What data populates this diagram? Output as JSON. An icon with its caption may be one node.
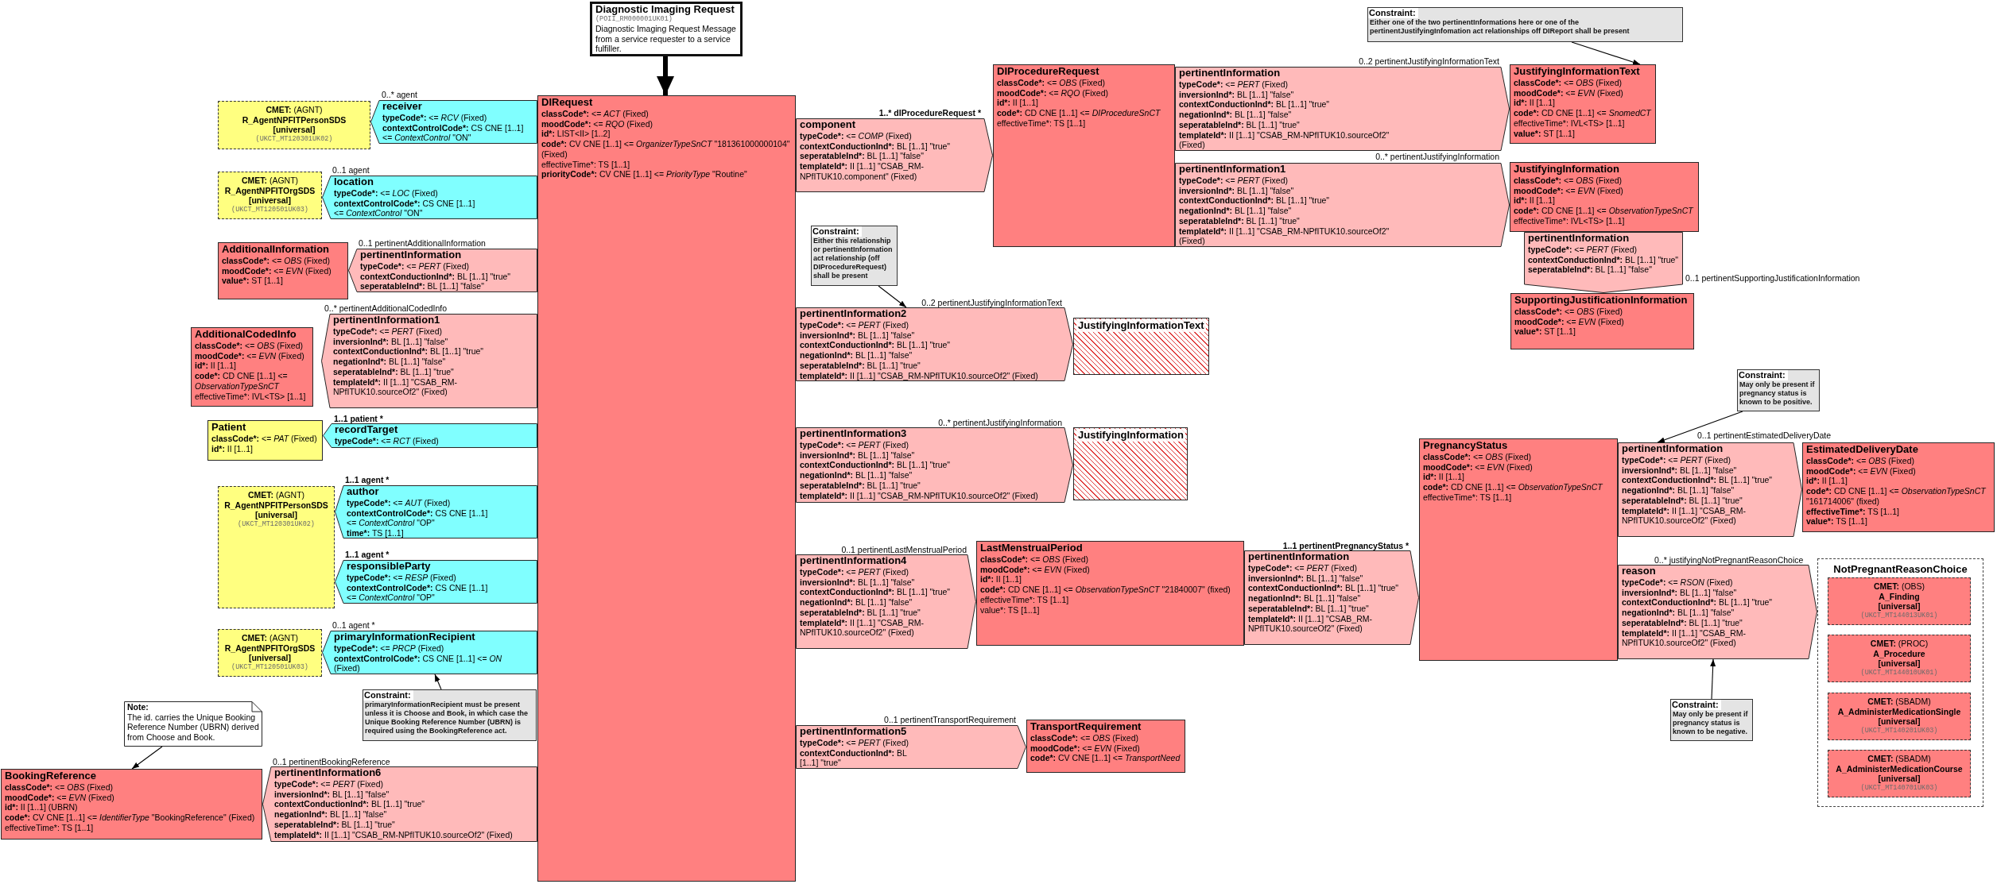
{
  "diagram": {
    "nodes": [
      {
        "text": [
          "Diagnostic Imaging Request",
          "(POII_RM000001UK01)",
          "Diagnostic Imaging Request Message from a service requester to a service fulfiller."
        ]
      },
      {
        "text": [
          "DIRequest",
          "**classCode*:** <= *ACT* (Fixed)",
          "**moodCode*:** <= *RQO* (Fixed)",
          "**id*:** LIST<II> [1..2]",
          "**code*:** CV CNE [1..1] <= *OrganizerTypeSnCT* \"181361000000104\" (Fixed)",
          "effectiveTime*: TS [1..1]",
          "**priorityCode*:** CV CNE [1..1] <= *PriorityType* \"Routine\""
        ]
      },
      {
        "text": [
          "**CMET:** (AGNT)",
          "R_AgentNPFITPersonSDS",
          "[universal]",
          "(UKCT_MT120301UK02)"
        ]
      },
      {
        "text": [
          "receiver",
          "**typeCode*:** <= *RCV* (Fixed)",
          "**contextControlCode*:** CS CNE [1..1] <= *ContextControl* \"ON\""
        ],
        "beside": [
          "0..* agent"
        ]
      },
      {
        "text": [
          "**CMET:** (AGNT)",
          "R_AgentNPFITOrgSDS",
          "[universal]",
          "(UKCT_MT120501UK03)"
        ]
      },
      {
        "text": [
          "location",
          "**typeCode*:** <= *LOC* (Fixed)",
          "**contextControlCode*:** CS CNE [1..1] <= *ContextControl* \"ON\""
        ],
        "beside": [
          "0..1 agent"
        ]
      },
      {
        "text": [
          "AdditionalInformation",
          "**classCode*:** <= *OBS* (Fixed)",
          "**moodCode*:** <= *EVN* (Fixed)",
          "**value*:** ST [1..1]"
        ]
      },
      {
        "text": [
          "pertinentInformation",
          "**typeCode*:** <= *PERT* (Fixed)",
          "**contextConductionInd*:** BL [1..1] \"true\"",
          "**seperatableInd*:** BL [1..1] \"false\""
        ],
        "beside": [
          "0..1 pertinentAdditionalInformation"
        ]
      },
      {
        "text": [
          "AdditionalCodedInfo",
          "**classCode*:** <= *OBS* (Fixed)",
          "**moodCode*:** <= *EVN* (Fixed)",
          "**id*:** II [1..1]",
          "**code*:** CD CNE [1..1] <= *ObservationTypeSnCT*",
          "effectiveTime*: IVL<TS> [1..1]"
        ]
      },
      {
        "text": [
          "pertinentInformation1",
          "**typeCode*:** <= *PERT* (Fixed)",
          "**inversionInd*:** BL [1..1] \"false\"",
          "**contextConductionInd*:** BL [1..1] \"true\"",
          "**negationInd*:** BL [1..1] \"false\"",
          "**seperatableInd*:** BL [1..1] \"true\"",
          "**templateId*:** II [1..1] \"CSAB_RM-NPfITUK10.sourceOf2\" (Fixed)"
        ],
        "beside": [
          "0..* pertinentAdditionalCodedInfo"
        ]
      },
      {
        "text": [
          "Patient",
          "**classCode*:** <= *PAT* (Fixed)",
          "**id*:** II [1..1]"
        ]
      },
      {
        "text": [
          "recordTarget",
          "**typeCode*:** <= *RCT* (Fixed)"
        ],
        "beside": [
          "1..1 patient *"
        ]
      },
      {
        "text": [
          "**CMET:** (AGNT)",
          "R_AgentNPFITPersonSDS",
          "[universal]",
          "(UKCT_MT120301UK02)"
        ]
      },
      {
        "text": [
          "author",
          "**typeCode*:** <= *AUT* (Fixed)",
          "**contextControlCode*:** CS CNE [1..1] <= *ContextControl* \"OP\"",
          "**time*:** TS [1..1]"
        ],
        "beside": [
          "1..1 agent *"
        ]
      },
      {
        "text": [
          "responsibleParty",
          "**typeCode*:** <= *RESP* (Fixed)",
          "**contextControlCode*:** CS CNE [1..1] <= *ContextControl* \"OP\""
        ],
        "beside": [
          "1..1 agent *"
        ]
      },
      {
        "text": [
          "**CMET:** (AGNT)",
          "R_AgentNPFITOrgSDS",
          "[universal]",
          "(UKCT_MT120501UK03)"
        ]
      },
      {
        "text": [
          "primaryInformationRecipient",
          "**typeCode*:** <= *PRCP* (Fixed)",
          "**contextControlCode*:** CS CNE [1..1] <= *ON* (Fixed)"
        ],
        "beside": [
          "0..1 agent *"
        ]
      },
      {
        "text": [
          "Constraint:",
          "primaryInformationRecipient must be present unless it is Choose and Book, in which case the Unique Booking Reference Number (UBRN) is required using the BookingReference act."
        ]
      },
      {
        "text": [
          "Note:",
          "The id. carries the Unique Booking Reference Number (UBRN) derived from Choose and Book."
        ]
      },
      {
        "text": [
          "BookingReference",
          "**classCode*:** <= *OBS* (Fixed)",
          "**moodCode*:** <= *EVN* (Fixed)",
          "**id*:** II [1..1] (UBRN)",
          "**code*:** CV CNE [1..1] <= *IdentifierType* \"BookingReference\" (Fixed)",
          "effectiveTime*: TS [1..1]"
        ]
      },
      {
        "text": [
          "pertinentInformation6",
          "**typeCode*:** <= *PERT* (Fixed)",
          "**inversionInd*:** BL [1..1] \"false\"",
          "**contextConductionInd*:** BL [1..1] \"true\"",
          "**negationInd*:** BL [1..1] \"false\"",
          "**seperatableInd*:** BL [1..1] \"true\"",
          "**templateId*:** II [1..1] \"CSAB_RM-NPfITUK10.sourceOf2\" (Fixed)"
        ],
        "beside": [
          "0..1 pertinentBookingReference"
        ]
      },
      {
        "text": [
          "component",
          "**typeCode*:** <= *COMP* (Fixed)",
          "**contextConductionInd*:** BL [1..1] \"true\"",
          "**seperatableInd*:** BL [1..1] \"false\"",
          "**templateId*:** II [1..1] \"CSAB_RM-NPfITUK10.component\" (Fixed)"
        ],
        "beside": [
          "1..* dIProcedureRequest *"
        ]
      },
      {
        "text": [
          "DIProcedureRequest",
          "**classCode*:** <= *OBS* (Fixed)",
          "**moodCode*:** <= *RQO* (Fixed)",
          "**id*:** II [1..1]",
          "**code*:** CD CNE [1..1] <= *DIProcedureSnCT*",
          "effectiveTime*: TS [1..1]"
        ]
      },
      {
        "text": [
          "Constraint:",
          "Either one of the two pertinentInformations here or one of the pertinentJustifyingInfomation act relationships off DIReport shall be present"
        ]
      },
      {
        "text": [
          "pertinentInformation",
          "**typeCode*:** <= *PERT* (Fixed)",
          "**inversionInd*:** BL [1..1] \"false\"",
          "**contextConductionInd*:** BL [1..1] \"true\"",
          "**negationInd*:** BL [1..1] \"false\"",
          "**seperatableInd*:** BL [1..1] \"true\"",
          "**templateId*:** II [1..1] \"CSAB_RM-NPfITUK10.sourceOf2\" (Fixed)"
        ],
        "beside": [
          "0..2 pertinentJustifyingInformationText"
        ]
      },
      {
        "text": [
          "JustifyingInformationText",
          "**classCode*:** <= *OBS* (Fixed)",
          "**moodCode*:** <= *EVN* (Fixed)",
          "**id*:** II [1..1]",
          "**code*:** CD CNE [1..1] <= *SnomedCT*",
          "effectiveTime*: IVL<TS> [1..1]",
          "**value*:** ST [1..1]"
        ]
      },
      {
        "text": [
          "pertinentInformation1",
          "**typeCode*:** <= *PERT* (Fixed)",
          "**inversionInd*:** BL [1..1] \"false\"",
          "**contextConductionInd*:** BL [1..1] \"true\"",
          "**negationInd*:** BL [1..1] \"false\"",
          "**seperatableInd*:** BL [1..1] \"true\"",
          "**templateId*:** II [1..1] \"CSAB_RM-NPfITUK10.sourceOf2\" (Fixed)"
        ],
        "beside": [
          "0..* pertinentJustifyingInformation"
        ]
      },
      {
        "text": [
          "JustifyingInformation",
          "**classCode*:** <= *OBS* (Fixed)",
          "**moodCode*:** <= *EVN* (Fixed)",
          "**id*:** II [1..1]",
          "**code*:** CD CNE [1..1] <= *ObservationTypeSnCT*",
          "effectiveTime*: IVL<TS> [1..1]"
        ]
      },
      {
        "text": [
          "pertinentInformation",
          "**typeCode*:** <= *PERT* (Fixed)",
          "**contextConductionInd*:** BL [1..1] \"true\"",
          "**seperatableInd*:** BL [1..1] \"false\""
        ],
        "beside": [
          "0..1 pertinentSupportingJustificationInformation"
        ]
      },
      {
        "text": [
          "SupportingJustificationInformation",
          "**classCode*:** <= *OBS* (Fixed)",
          "**moodCode*:** <= *EVN* (Fixed)",
          "**value*:** ST [1..1]"
        ]
      },
      {
        "text": [
          "Constraint:",
          "Either this relationship or pertinentInformation act relationship (off DIProcedureRequest) shall be present"
        ]
      },
      {
        "text": [
          "pertinentInformation2",
          "**typeCode*:** <= *PERT* (Fixed)",
          "**inversionInd*:** BL [1..1] \"false\"",
          "**contextConductionInd*:** BL [1..1] \"true\"",
          "**negationInd*:** BL [1..1] \"false\"",
          "**seperatableInd*:** BL [1..1] \"true\"",
          "**templateId*:** II [1..1] \"CSAB_RM-NPfITUK10.sourceOf2\" (Fixed)"
        ],
        "beside": [
          "0..2 pertinentJustifyingInformationText"
        ]
      },
      {
        "text": [
          "JustifyingInformationText"
        ]
      },
      {
        "text": [
          "pertinentInformation3",
          "**typeCode*:** <= *PERT* (Fixed)",
          "**inversionInd*:** BL [1..1] \"false\"",
          "**contextConductionInd*:** BL [1..1] \"true\"",
          "**negationInd*:** BL [1..1] \"false\"",
          "**seperatableInd*:** BL [1..1] \"true\"",
          "**templateId*:** II [1..1] \"CSAB_RM-NPfITUK10.sourceOf2\" (Fixed)"
        ],
        "beside": [
          "0..* pertinentJustifyingInformation"
        ]
      },
      {
        "text": [
          "JustifyingInformation"
        ]
      },
      {
        "text": [
          "pertinentInformation4",
          "**typeCode*:** <= *PERT* (Fixed)",
          "**inversionInd*:** BL [1..1] \"false\"",
          "**contextConductionInd*:** BL [1..1] \"true\"",
          "**negationInd*:** BL [1..1] \"false\"",
          "**seperatableInd*:** BL [1..1] \"true\"",
          "**templateId*:** II [1..1] \"CSAB_RM-NPfITUK10.sourceOf2\" (Fixed)"
        ],
        "beside": [
          "0..1 pertinentLastMenstrualPeriod"
        ]
      },
      {
        "text": [
          "LastMenstrualPeriod",
          "**classCode*:** <= *OBS* (Fixed)",
          "**moodCode*:** <= *EVN* (Fixed)",
          "**id*:** II [1..1]",
          "**code*:** CD CNE [1..1] <= *ObservationTypeSnCT* \"21840007\" (fixed)",
          "effectiveTime*: TS [1..1]",
          "value*: TS [1..1]"
        ]
      },
      {
        "text": [
          "pertinentInformation",
          "**typeCode*:** <= *PERT* (Fixed)",
          "**inversionInd*:** BL [1..1] \"false\"",
          "**contextConductionInd*:** BL [1..1] \"true\"",
          "**negationInd*:** BL [1..1] \"false\"",
          "**seperatableInd*:** BL [1..1] \"true\"",
          "**templateId*:** II [1..1] \"CSAB_RM-NPfITUK10.sourceOf2\" (Fixed)"
        ],
        "beside": [
          "1..1 pertinentPregnancyStatus *"
        ]
      },
      {
        "text": [
          "PregnancyStatus",
          "**classCode*:** <= *OBS* (Fixed)",
          "**moodCode*:** <= *EVN* (Fixed)",
          "**id*:** II [1..1]",
          "**code*:** CD CNE [1..1] <= *ObservationTypeSnCT*",
          "effectiveTime*: TS [1..1]"
        ]
      },
      {
        "text": [
          "Constraint:",
          "May only be present if pregnancy status is known to be positive."
        ]
      },
      {
        "text": [
          "pertinentInformation",
          "**typeCode*:** <= *PERT* (Fixed)",
          "**inversionInd*:** BL [1..1] \"false\"",
          "**contextConductionInd*:** BL [1..1] \"true\"",
          "**negationInd*:** BL [1..1] \"false\"",
          "**seperatableInd*:** BL [1..1] \"true\"",
          "**templateId*:** II [1..1] \"CSAB_RM-NPfITUK10.sourceOf2\" (Fixed)"
        ],
        "beside": [
          "0..1 pertinentEstimatedDeliveryDate"
        ]
      },
      {
        "text": [
          "EstimatedDeliveryDate",
          "**classCode*:** <= *OBS* (Fixed)",
          "**moodCode*:** <= *EVN* (Fixed)",
          "**id*:** II [1..1]",
          "**code*:** CD CNE [1..1] <= *ObservationTypeSnCT* \"161714006\" (fixed)",
          "**effectiveTime*:** TS [1..1]",
          "**value*:** TS [1..1]"
        ]
      },
      {
        "text": [
          "reason",
          "**typeCode*:** <= *RSON* (Fixed)",
          "**inversionInd*:** BL [1..1] \"false\"",
          "**contextConductionInd*:** BL [1..1] \"true\"",
          "**negationInd*:** BL [1..1] \"false\"",
          "**seperatableInd*:** BL [1..1] \"true\"",
          "**templateId*:** II [1..1] \"CSAB_RM-NPfITUK10.sourceOf2\" (Fixed)"
        ],
        "beside": [
          "0..* justifyingNotPregnantReasonChoice"
        ]
      },
      {
        "text": [
          "NotPregnantReasonChoice"
        ]
      },
      {
        "text": [
          "**CMET:** (OBS)",
          "A_Finding",
          "[universal]",
          "(UKCT_MT144013UK01)"
        ],
        "in": 43
      },
      {
        "text": [
          "**CMET:** (PROC)",
          "A_Procedure",
          "[universal]",
          "(UKCT_MT144010UK01)"
        ],
        "in": 43
      },
      {
        "text": [
          "**CMET:** (SBADM)",
          "A_AdministerMedicationSingle",
          "[universal]",
          "(UKCT_MT140201UK03)"
        ],
        "in": 43
      },
      {
        "text": [
          "**CMET:** (SBADM)",
          "A_AdministerMedicationCourse",
          "[universal]",
          "(UKCT_MT140701UK03)"
        ],
        "in": 43
      },
      {
        "text": [
          "Constraint:",
          "May only be present if pregnancy status is known to be negative."
        ]
      },
      {
        "text": [
          "pertinentInformation5",
          "**typeCode*:** <= *PERT* (Fixed)",
          "**contextConductionInd*:** BL [1..1] \"true\""
        ],
        "beside": [
          "0..1 pertinentTransportRequirement"
        ]
      },
      {
        "text": [
          "TransportRequirement",
          "**classCode*:** <= *OBS* (Fixed)",
          "**moodCode*:** <= *EVN* (Fixed)",
          "**code*:** CV CNE [1..1] <= *TransportNeed*"
        ]
      }
    ],
    "edges": [
      {
        "from": 0,
        "to": 1,
        "arrow": "to",
        "style": "thick"
      },
      {
        "from": 23,
        "to": 25,
        "arrow": "to"
      },
      {
        "from": 30,
        "to": 31,
        "arrow": "to"
      },
      {
        "from": 17,
        "to": 16,
        "arrow": "to"
      },
      {
        "from": 18,
        "to": 19,
        "arrow": "to"
      },
      {
        "from": 39,
        "to": 40,
        "arrow": "to"
      },
      {
        "from": 48,
        "to": 42,
        "arrow": "to"
      }
    ]
  }
}
